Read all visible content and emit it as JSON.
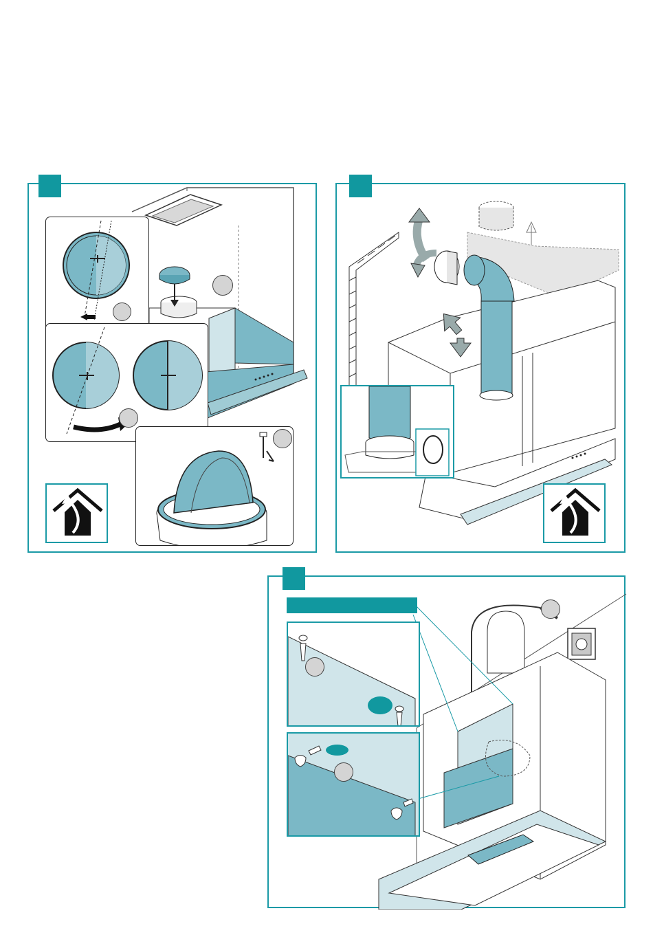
{
  "colors": {
    "accent": "#11989f",
    "frame": "#1a9aa6",
    "part_fill": "#7bb8c6",
    "part_light": "#c9e2e8",
    "ink": "#222222",
    "callout_grey": "#d4d4d4"
  },
  "steps": [
    {
      "id": "step-1",
      "icons": [
        "non-return-flap-icon",
        "rotate-arrow-icon",
        "screw-icon",
        "exhaust-air-house-icon"
      ]
    },
    {
      "id": "step-2",
      "icons": [
        "duct-elbow-icon",
        "rotate-arrow-icon",
        "pipe-icon",
        "exhaust-air-house-icon"
      ]
    },
    {
      "id": "step-3",
      "icons": [
        "screw-icon",
        "plug-icon",
        "socket-icon"
      ]
    }
  ]
}
